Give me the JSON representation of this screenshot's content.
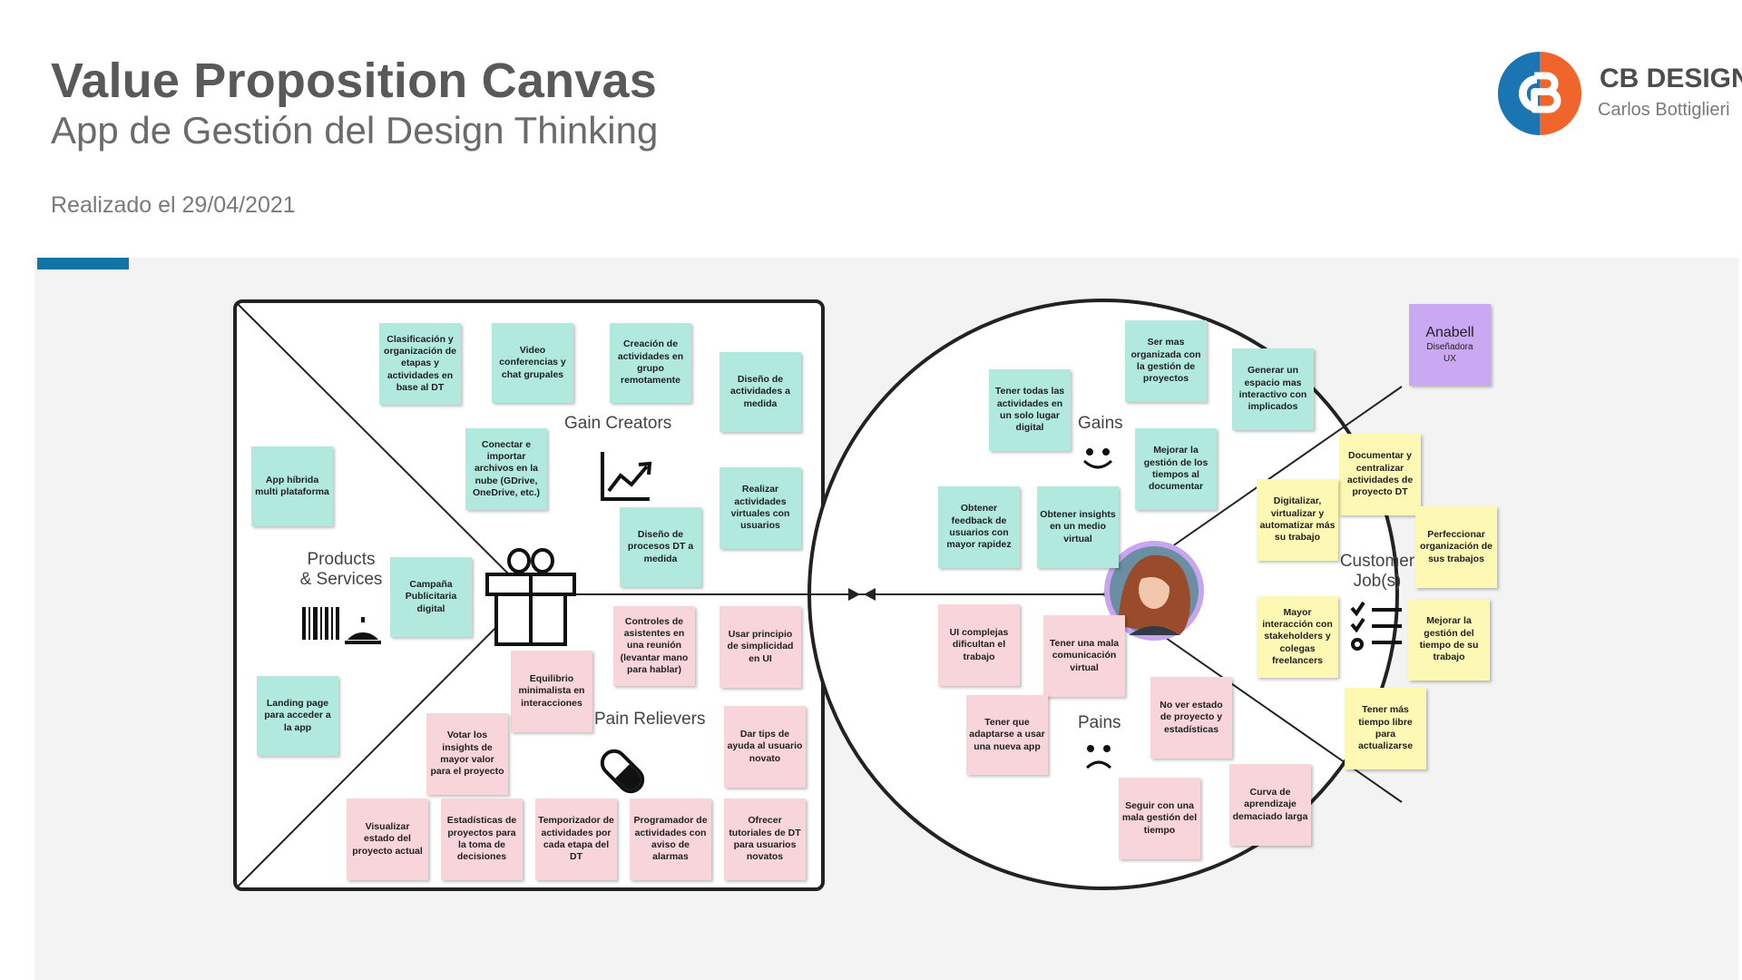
{
  "header": {
    "title": "Value Proposition Canvas",
    "subtitle": "App de Gestión del Design Thinking",
    "date": "Realizado el 29/04/2021"
  },
  "brand": {
    "name": "CB DESIGN",
    "author": "Carlos Bottiglieri",
    "colors": {
      "orange": "#f0652b",
      "blue": "#1b75b3"
    }
  },
  "value_map": {
    "labels": {
      "products_line1": "Products",
      "products_line2": "& Services",
      "gain_creators": "Gain Creators",
      "pain_relievers": "Pain Relievers"
    },
    "products_services": [
      "App híbrida multi plataforma",
      "Campaña Publicitaria digital",
      "Landing page para acceder a la app"
    ],
    "gain_creators": [
      "Clasificación y organización de etapas y actividades en base al DT",
      "Video conferencias y chat grupales",
      "Creación de actividades en grupo remotamente",
      "Diseño de actividades a medida",
      "Conectar e importar archivos en la nube (GDrive, OneDrive, etc.)",
      "Realizar actividades virtuales con usuarios",
      "Diseño de procesos DT a medida"
    ],
    "pain_relievers": [
      "Controles de asistentes en una reunión (levantar mano para hablar)",
      "Usar principio de simplicidad en UI",
      "Equilibrio minimalista en interacciones",
      "Votar los insights de mayor valor para el proyecto",
      "Dar tips de ayuda al usuario novato",
      "Visualizar estado del proyecto actual",
      "Estadísticas de proyectos para la toma de decisiones",
      "Temporizador de actividades por cada etapa del DT",
      "Programador de actividades con aviso de alarmas",
      "Ofrecer tutoriales de DT para usuarios novatos"
    ]
  },
  "customer_profile": {
    "labels": {
      "gains": "Gains",
      "pains": "Pains",
      "jobs_line1": "Customer",
      "jobs_line2": "Job(s)"
    },
    "persona": {
      "name": "Anabell",
      "role_line1": "Diseñadora",
      "role_line2": "UX"
    },
    "gains": [
      "Ser mas organizada con la gestión de proyectos",
      "Tener todas las actividades en un solo lugar digital",
      "Generar un espacio mas interactivo con implicados",
      "Mejorar la gestión de los tiempos al documentar",
      "Obtener feedback de usuarios con mayor rapidez",
      "Obtener insights en un medio virtual"
    ],
    "pains": [
      "UI complejas dificultan el trabajo",
      "Tener una mala comunicación virtual",
      "Tener que adaptarse a usar una nueva app",
      "No ver estado de proyecto y estadísticas",
      "Seguir con una mala gestión del tiempo",
      "Curva de aprendizaje demaciado larga"
    ],
    "jobs": [
      "Documentar y centralizar actividades de proyecto DT",
      "Digitalizar, virtualizar y automatizar más su trabajo",
      "Perfeccionar organización de sus trabajos",
      "Mayor interacción con stakeholders y colegas freelancers",
      "Mejorar la gestión del tiempo de su trabajo",
      "Tener más tiempo libre para actualizarse"
    ]
  }
}
